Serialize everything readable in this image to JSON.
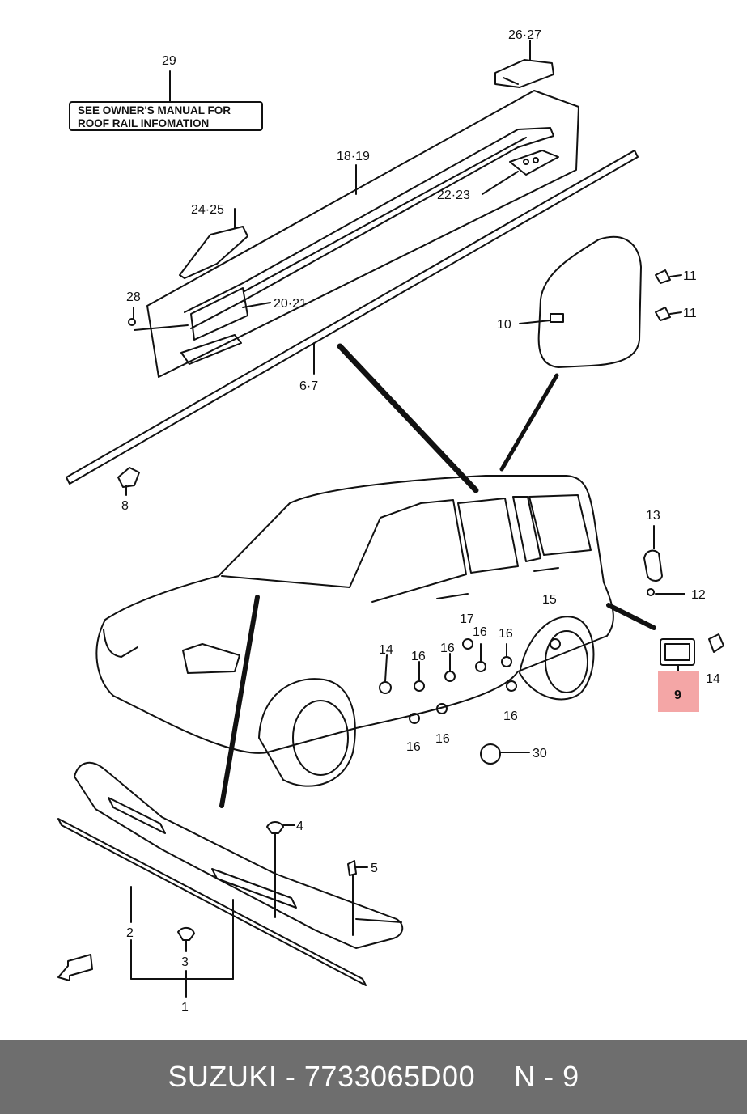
{
  "diagram": {
    "note_box": {
      "line1": "SEE OWNER'S MANUAL FOR",
      "line2": "ROOF RAIL INFOMATION"
    },
    "highlight_color": "#f4a6a6",
    "callouts": {
      "c29": "29",
      "c26_27": "26·27",
      "c18_19": "18·19",
      "c22_23": "22·23",
      "c24_25": "24·25",
      "c28": "28",
      "c20_21": "20·21",
      "c6_7": "6·7",
      "c8": "8",
      "c10": "10",
      "c11a": "11",
      "c11b": "11",
      "c13": "13",
      "c12": "12",
      "c15": "15",
      "c17": "17",
      "c14a": "14",
      "c16a": "16",
      "c16b": "16",
      "c16c": "16",
      "c16d": "16",
      "c16e": "16",
      "c16f": "16",
      "c16g": "16",
      "c9": "9",
      "c14b": "14",
      "c30": "30",
      "c4": "4",
      "c5": "5",
      "c2": "2",
      "c3": "3",
      "c1": "1"
    }
  },
  "footer": {
    "part_text": "SUZUKI - 7733065D00",
    "ref_text": "N - 9"
  }
}
